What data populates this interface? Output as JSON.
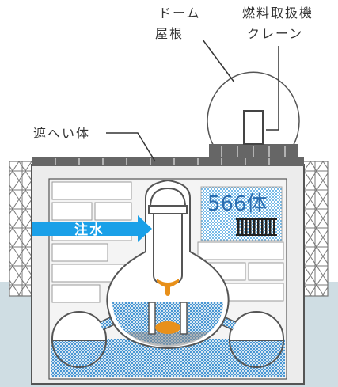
{
  "labels": {
    "dome_roof_line1": "ドーム",
    "dome_roof_line2": "屋根",
    "crane_line1": "燃料取扱機",
    "crane_line2": "クレーン",
    "shield": "遮へい体",
    "fuel_count": "566体",
    "water_injection": "注水"
  },
  "colors": {
    "sea": "#cfdde3",
    "water_dots": "#4aa3e0",
    "arrow": "#1aa0e8",
    "molten_fuel": "#e8901a",
    "wall": "#ececec",
    "outline": "#555555",
    "roof": "#666666"
  }
}
